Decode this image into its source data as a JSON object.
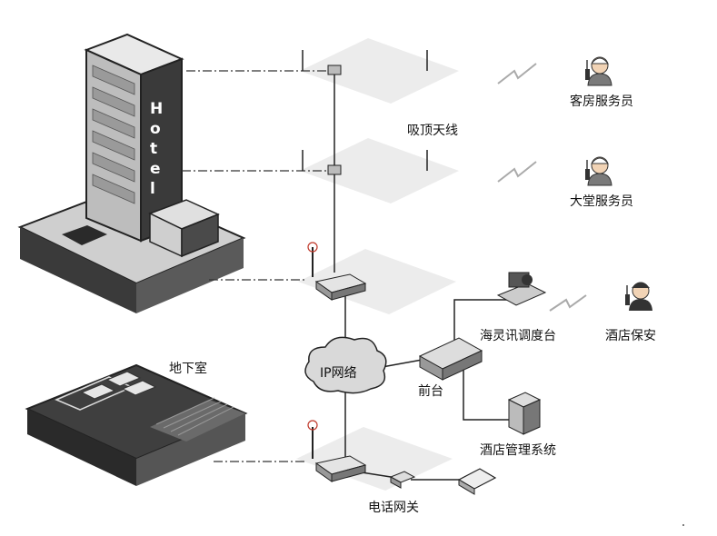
{
  "building": {
    "sign": "Hotel"
  },
  "labels": {
    "room_staff": "客房服务员",
    "antenna": "吸顶天线",
    "lobby_staff": "大堂服务员",
    "dispatch": "海灵讯调度台",
    "security": "酒店保安",
    "basement": "地下室",
    "network": "IP网络",
    "front_desk": "前台",
    "mgmt_system": "酒店管理系统",
    "gateway": "电话网关"
  },
  "colors": {
    "line": "#222222",
    "zone_fill": "#ececec",
    "building_dark": "#3a3a3a",
    "building_light": "#bdbdbd",
    "cloud": "#d9d9d9",
    "accent_red": "#c0392b"
  },
  "icons": {
    "room_staff": "worker-radio-icon",
    "lobby_staff": "worker-radio-icon",
    "security": "guard-radio-icon",
    "dispatch": "dispatch-console-icon",
    "server": "server-tower-icon",
    "wireless": "wireless-zigzag-icon"
  }
}
